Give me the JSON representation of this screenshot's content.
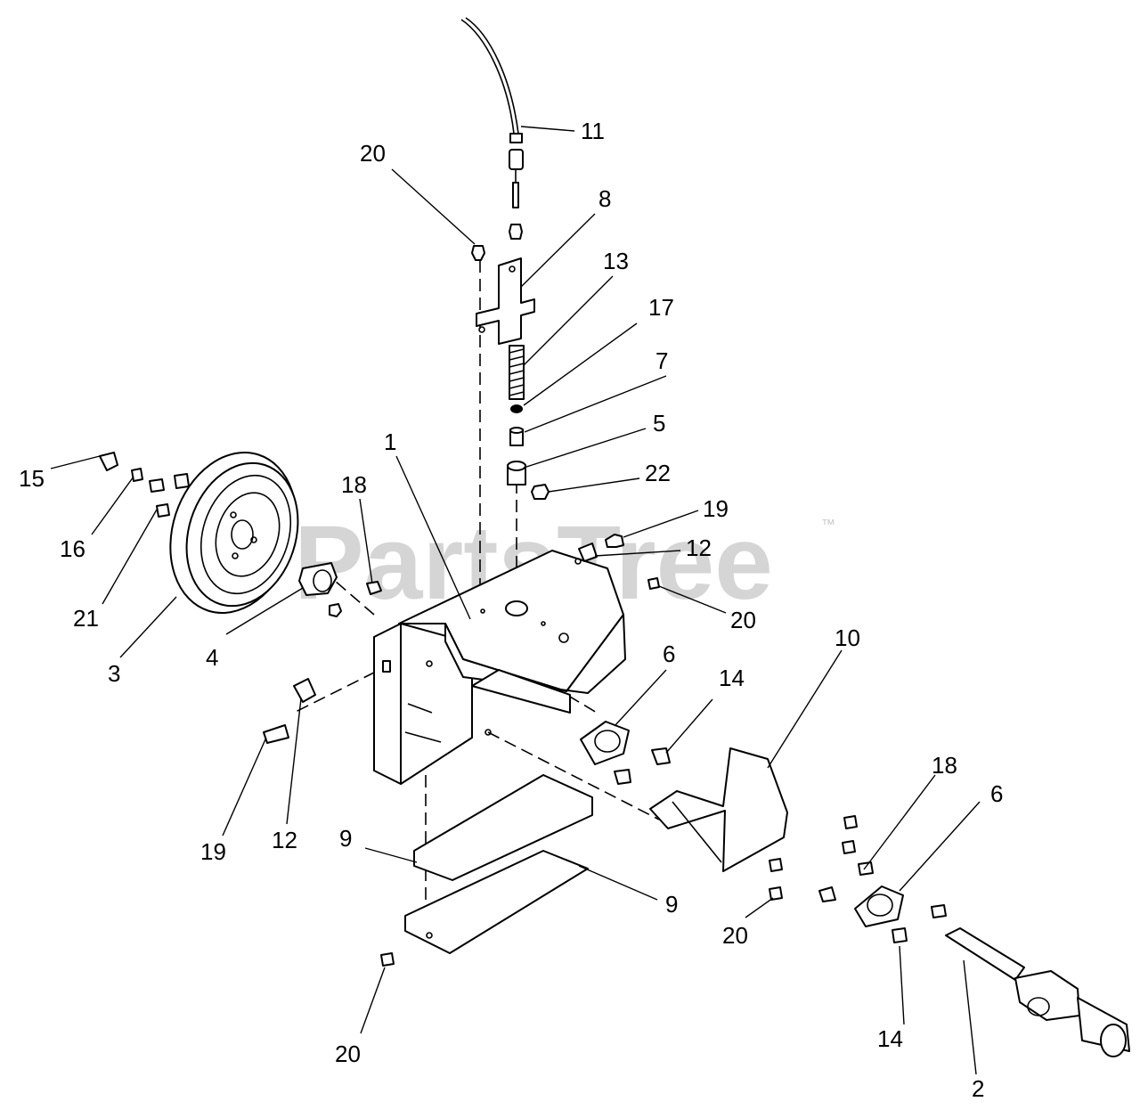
{
  "watermark": {
    "text": "PartsTree",
    "trademark": "™"
  },
  "callouts": {
    "c11": "11",
    "c20_top": "20",
    "c8": "8",
    "c13": "13",
    "c17": "17",
    "c7": "7",
    "c5": "5",
    "c22": "22",
    "c1": "1",
    "c18_left": "18",
    "c15": "15",
    "c16": "16",
    "c21": "21",
    "c3": "3",
    "c4": "4",
    "c19_right": "19",
    "c12_right": "12",
    "c20_mid": "20",
    "c10": "10",
    "c6_mid": "6",
    "c14_mid": "14",
    "c19_left": "19",
    "c12_left": "12",
    "c9_left": "9",
    "c9_right": "9",
    "c18_right": "18",
    "c6_right": "6",
    "c20_right": "20",
    "c14_bottom": "14",
    "c20_bottom": "20",
    "c2": "2"
  }
}
